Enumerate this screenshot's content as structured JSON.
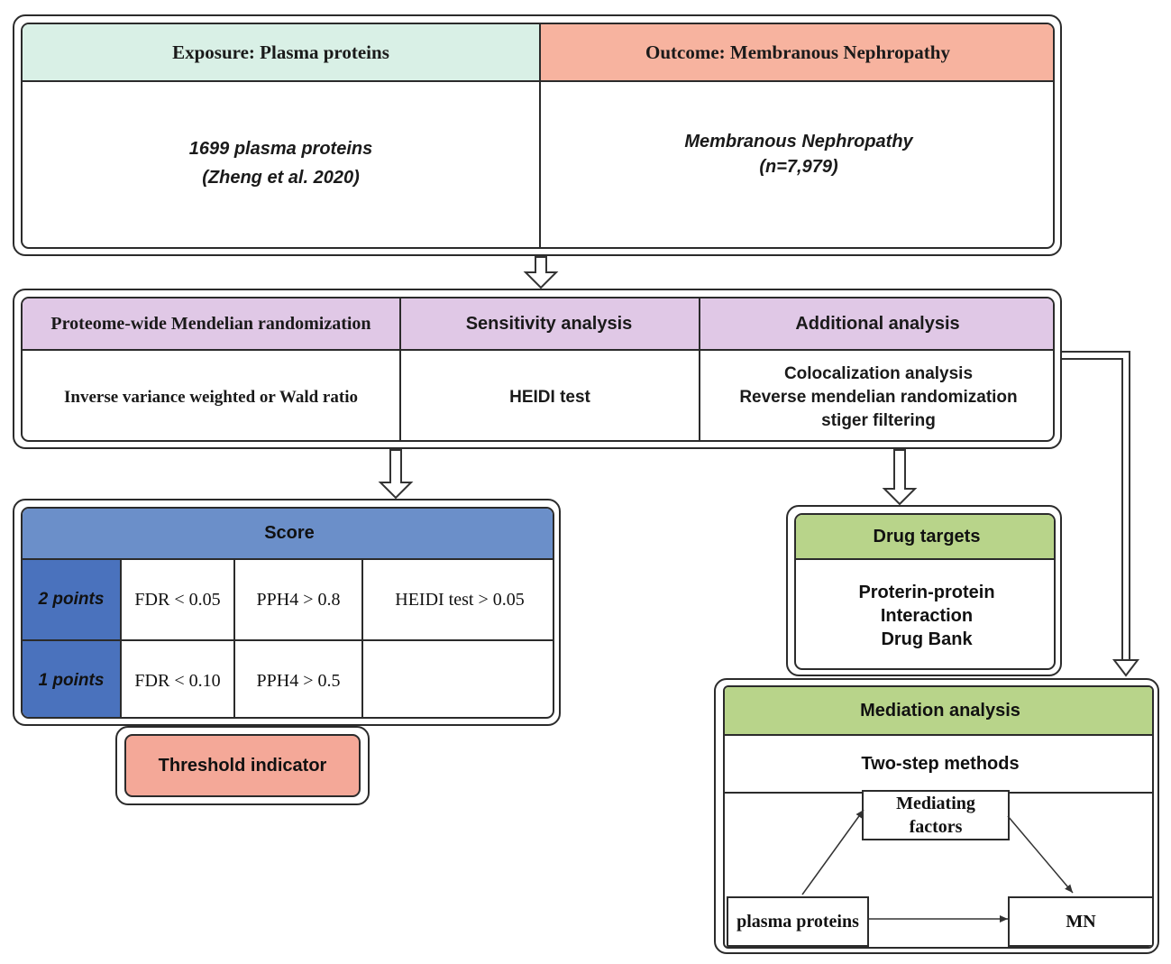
{
  "colors": {
    "exposure_header": "#d9f0e6",
    "outcome_header": "#f7b39f",
    "analysis_header": "#e0c8e6",
    "score_header": "#6b8fc9",
    "points_cell": "#4a72bd",
    "threshold_fill": "#f4a898",
    "green_header": "#b8d48a",
    "border": "#2b2b2b"
  },
  "top": {
    "exposure_title": "Exposure: Plasma proteins",
    "exposure_line1": "1699 plasma proteins",
    "exposure_line2": "(Zheng et al. 2020)",
    "outcome_title": "Outcome: Membranous Nephropathy",
    "outcome_line1": "Membranous Nephropathy",
    "outcome_line2": "(n=7,979)"
  },
  "analysis": {
    "pwmr_title": "Proteome-wide Mendelian randomization",
    "pwmr_body": "Inverse variance weighted or Wald ratio",
    "sensitivity_title": "Sensitivity analysis",
    "sensitivity_body": "HEIDI test",
    "additional_title": "Additional analysis",
    "additional_lines": [
      "Colocalization analysis",
      "Reverse mendelian randomization",
      "stiger filtering"
    ]
  },
  "score": {
    "title": "Score",
    "rows": [
      {
        "label": "2 points",
        "fdr": "FDR < 0.05",
        "pph4": "PPH4 > 0.8",
        "heidi": "HEIDI test > 0.05"
      },
      {
        "label": "1 points",
        "fdr": "FDR < 0.10",
        "pph4": "PPH4 > 0.5",
        "heidi": ""
      }
    ],
    "threshold_label": "Threshold indicator"
  },
  "drug": {
    "title": "Drug targets",
    "lines": [
      "Proterin-protein",
      "Interaction",
      "Drug Bank"
    ]
  },
  "mediation": {
    "title": "Mediation analysis",
    "method": "Two-step methods",
    "mediator_line1": "Mediating",
    "mediator_line2": "factors",
    "exposure": "plasma proteins",
    "outcome": "MN"
  }
}
